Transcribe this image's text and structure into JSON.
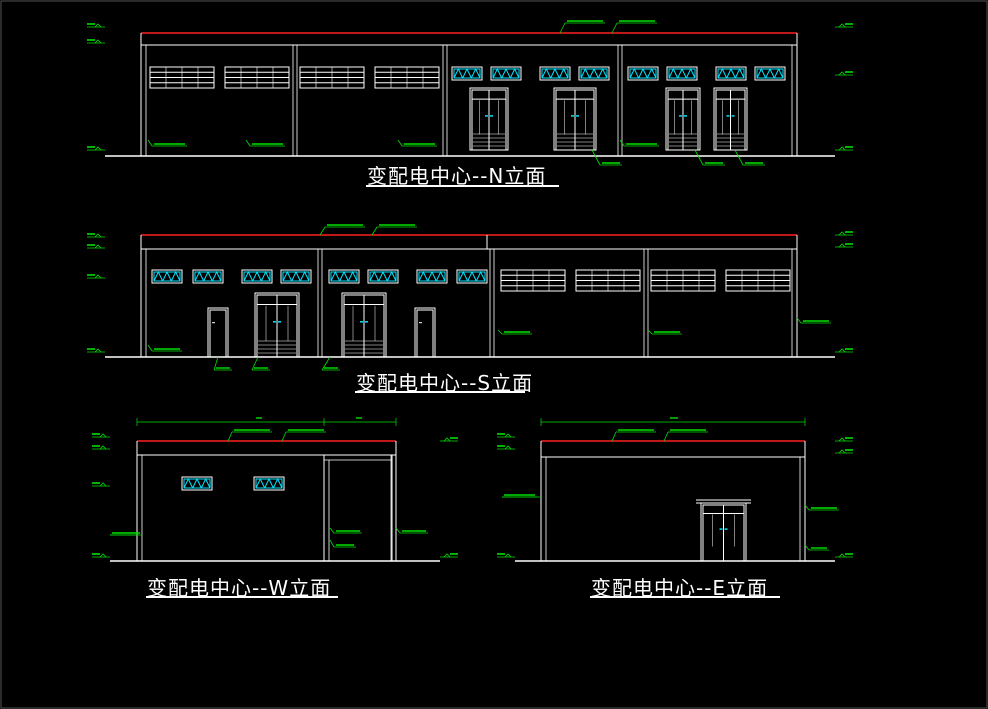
{
  "colors": {
    "background": "#000000",
    "wall": "#ffffff",
    "roof_edge": "#ff2020",
    "annotation": "#00e000",
    "window_frame": "#00e5ff"
  },
  "elevations": [
    {
      "id": "N",
      "title": "变配电中心--N立面"
    },
    {
      "id": "S",
      "title": "变配电中心--S立面"
    },
    {
      "id": "W",
      "title": "变配电中心--W立面"
    },
    {
      "id": "E",
      "title": "变配电中心--E立面"
    }
  ]
}
